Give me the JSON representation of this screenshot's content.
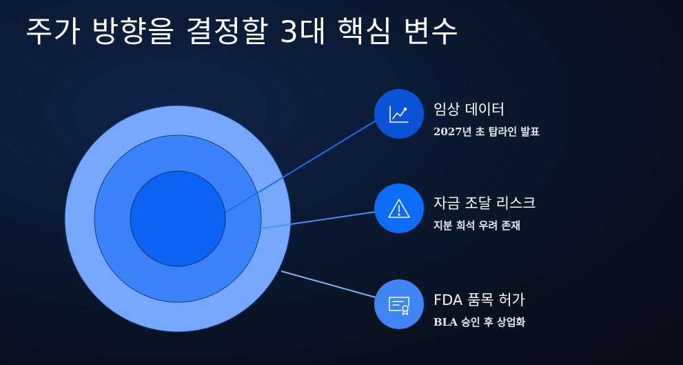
{
  "title": "주가 방향을 결정할 3대 핵심 변수",
  "colors": {
    "outer_ring": "#76a8ff",
    "middle_ring": "#3a82f9",
    "inner_circle": "#0a63f2",
    "badge_1": "#0a52d6",
    "badge_2": "#0b6cf5",
    "badge_3": "#3f86f4"
  },
  "items": [
    {
      "icon": "line-chart-icon",
      "title": "임상 데이터",
      "subtitle": "2027년 초 탑라인 발표"
    },
    {
      "icon": "warning-triangle-icon",
      "title": "자금 조달 리스크",
      "subtitle": "지분 희석 우려 존재"
    },
    {
      "icon": "certificate-icon",
      "title": "FDA 품목 허가",
      "subtitle": "BLA 승인 후 상업화"
    }
  ]
}
